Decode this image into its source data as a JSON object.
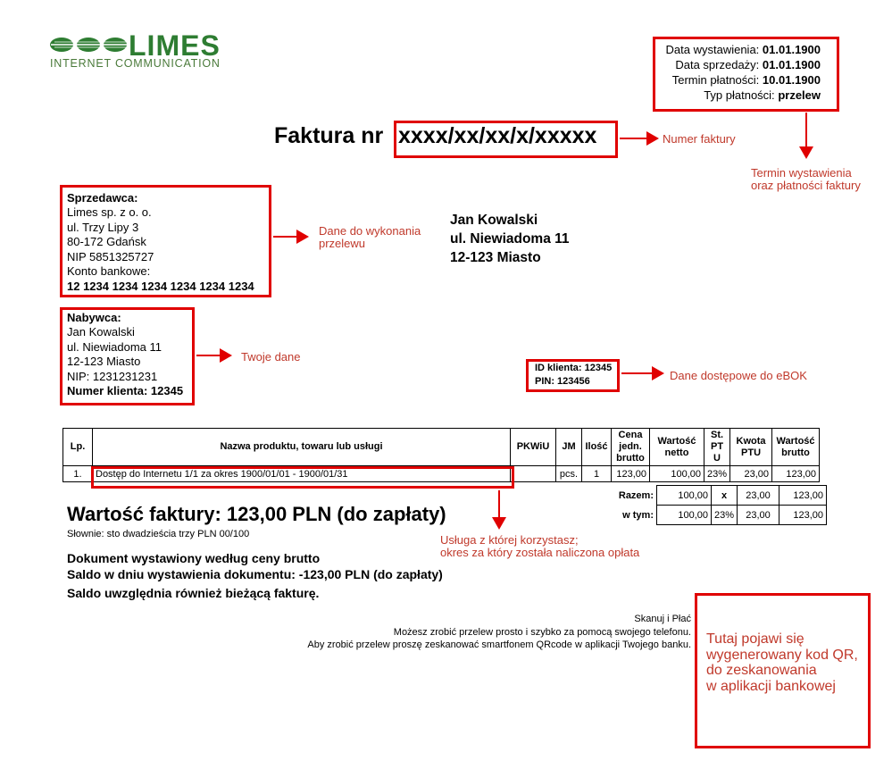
{
  "logo": {
    "name": "LIMES",
    "subtitle": "INTERNET COMMUNICATION",
    "brand_color": "#2e7d32"
  },
  "dates": [
    {
      "label": "Data wystawienia:",
      "value": "01.01.1900"
    },
    {
      "label": "Data sprzedaży:",
      "value": "01.01.1900"
    },
    {
      "label": "Termin płatności:",
      "value": "10.01.1900"
    },
    {
      "label": "Typ płatności:",
      "value": "przelew"
    }
  ],
  "title": {
    "prefix": "Faktura nr",
    "number": "xxxx/xx/xx/x/xxxxx"
  },
  "seller": {
    "heading": "Sprzedawca:",
    "lines": [
      "Limes sp. z o. o.",
      "ul. Trzy Lipy 3",
      "80-172 Gdańsk",
      "NIP 5851325727",
      "Konto bankowe:"
    ],
    "account": "12 1234 1234 1234 1234 1234 1234"
  },
  "recipient": {
    "lines": [
      "Jan Kowalski",
      "ul. Niewiadoma 11",
      "12-123 Miasto"
    ]
  },
  "buyer": {
    "heading": "Nabywca:",
    "lines": [
      "Jan Kowalski",
      "ul. Niewiadoma 11",
      "12-123 Miasto",
      "NIP: 1231231231"
    ],
    "client_no": "Numer klienta: 12345"
  },
  "ebok": {
    "id": "ID klienta: 12345",
    "pin": "PIN: 123456"
  },
  "table": {
    "headers": [
      "Lp.",
      "Nazwa produktu, towaru lub usługi",
      "PKWiU",
      "JM",
      "Ilość",
      "Cena jedn. brutto",
      "Wartość netto",
      "St. PT U",
      "Kwota PTU",
      "Wartość brutto"
    ],
    "row": [
      "1.",
      "Dostęp do Internetu 1/1 za okres 1900/01/01 - 1900/01/31",
      "",
      "pcs.",
      "1",
      "123,00",
      "100,00",
      "23%",
      "23,00",
      "123,00"
    ]
  },
  "sums": [
    {
      "label": "Razem:",
      "netto": "100,00",
      "rate": "x",
      "ptu": "23,00",
      "brutto": "123,00"
    },
    {
      "label": "w tym:",
      "netto": "100,00",
      "rate": "23%",
      "ptu": "23,00",
      "brutto": "123,00"
    }
  ],
  "total": {
    "value": "Wartość faktury: 123,00 PLN (do zapłaty)",
    "words": "Słownie: sto dwadzieścia trzy PLN 00/100"
  },
  "notes": [
    "Dokument wystawiony według ceny brutto",
    "Saldo w dniu wystawienia dokumentu: -123,00 PLN (do zapłaty)",
    "Saldo uwzględnia również bieżącą fakturę."
  ],
  "scan": {
    "title": "Skanuj i Płać",
    "line1": "Możesz zrobić przelew prosto i szybko za pomocą swojego telefonu.",
    "line2": "Aby zrobić przelew proszę zeskanować smartfonem QRcode w aplikacji Twojego banku."
  },
  "annotations": {
    "numer": "Numer faktury",
    "termin1": "Termin wystawienia",
    "termin2": "oraz płatności faktury",
    "dane1": "Dane do wykonania",
    "dane2": "przelewu",
    "twoje": "Twoje dane",
    "ebok": "Dane dostępowe do eBOK",
    "usluga1": "Usługa z której korzystasz;",
    "usluga2": "okres za który została naliczona opłata",
    "qr": [
      "Tutaj pojawi się",
      "wygenerowany kod QR,",
      "do zeskanowania",
      "w aplikacji bankowej"
    ]
  },
  "colors": {
    "annotation_red": "#e00000",
    "annotation_text": "#c0392b"
  }
}
